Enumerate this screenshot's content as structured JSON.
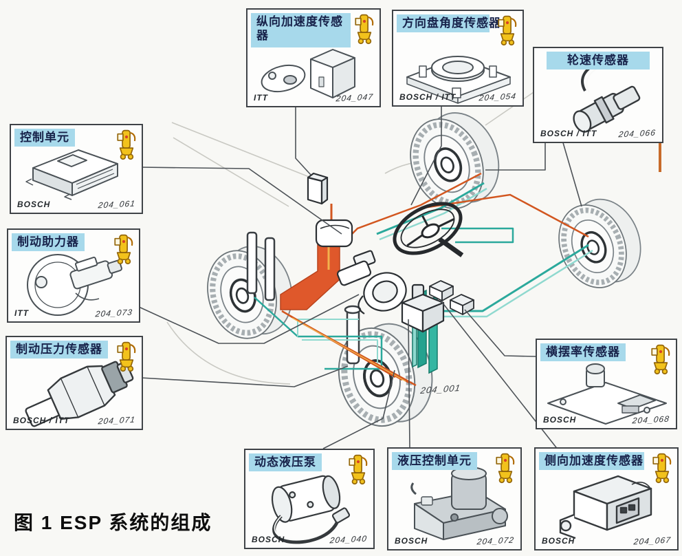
{
  "figure": {
    "caption": "图 1 ESP 系统的组成",
    "center_watermark": "204_001"
  },
  "colors": {
    "label_bg": "#a7d9eb",
    "label_text": "#17224a",
    "hydraulic_orange": "#df582b",
    "signal_teal": "#2ba99c",
    "signal_teal_light": "#8fd9cf",
    "outline_gray": "#4d5257",
    "watermark_yellow": "#f2c21c"
  },
  "boxes": [
    {
      "id": "control-unit",
      "label": "控制单元",
      "brand": "BOSCH",
      "part_no": "204_061"
    },
    {
      "id": "longitudinal-acceleration-sensor",
      "label": "纵向加速度传感器",
      "brand": "ITT",
      "part_no": "204_047"
    },
    {
      "id": "steering-wheel-angle-sensor",
      "label": "方向盘角度传感器",
      "brand": "BOSCH / ITT",
      "part_no": "204_054"
    },
    {
      "id": "wheel-speed-sensor",
      "label": "轮速传感器",
      "brand": "BOSCH / ITT",
      "part_no": "204_066"
    },
    {
      "id": "brake-booster",
      "label": "制动助力器",
      "brand": "ITT",
      "part_no": "204_073"
    },
    {
      "id": "brake-pressure-sensor",
      "label": "制动压力传感器",
      "brand": "BOSCH / ITT",
      "part_no": "204_071"
    },
    {
      "id": "yaw-rate-sensor",
      "label": "横摆率传感器",
      "brand": "BOSCH",
      "part_no": "204_068"
    },
    {
      "id": "dynamic-hydraulic-pump",
      "label": "动态液压泵",
      "brand": "BOSCH",
      "part_no": "204_040"
    },
    {
      "id": "hydraulic-control-unit",
      "label": "液压控制单元",
      "brand": "BOSCH",
      "part_no": "204_072"
    },
    {
      "id": "lateral-acceleration-sensor",
      "label": "侧向加速度传感器",
      "brand": "BOSCH",
      "part_no": "204_067"
    }
  ]
}
